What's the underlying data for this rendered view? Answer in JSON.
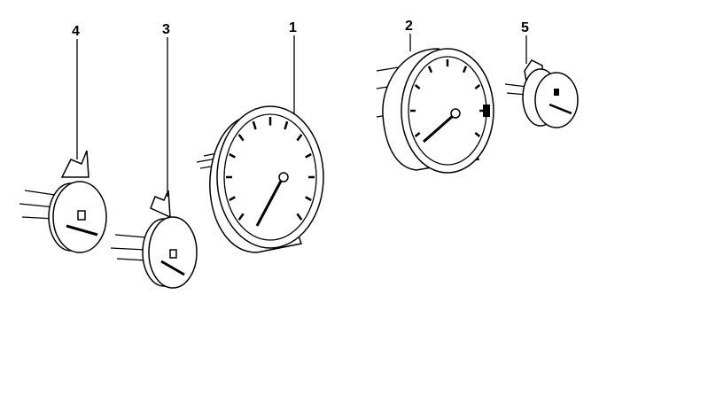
{
  "diagram": {
    "line_color": "#000000",
    "background": "#ffffff",
    "callouts": [
      {
        "label": "1",
        "part": "speedometer"
      },
      {
        "label": "2",
        "part": "tachometer"
      },
      {
        "label": "3",
        "part": "small-gauge"
      },
      {
        "label": "4",
        "part": "fuel-gauge"
      },
      {
        "label": "5",
        "part": "small-round-gauge"
      }
    ]
  }
}
